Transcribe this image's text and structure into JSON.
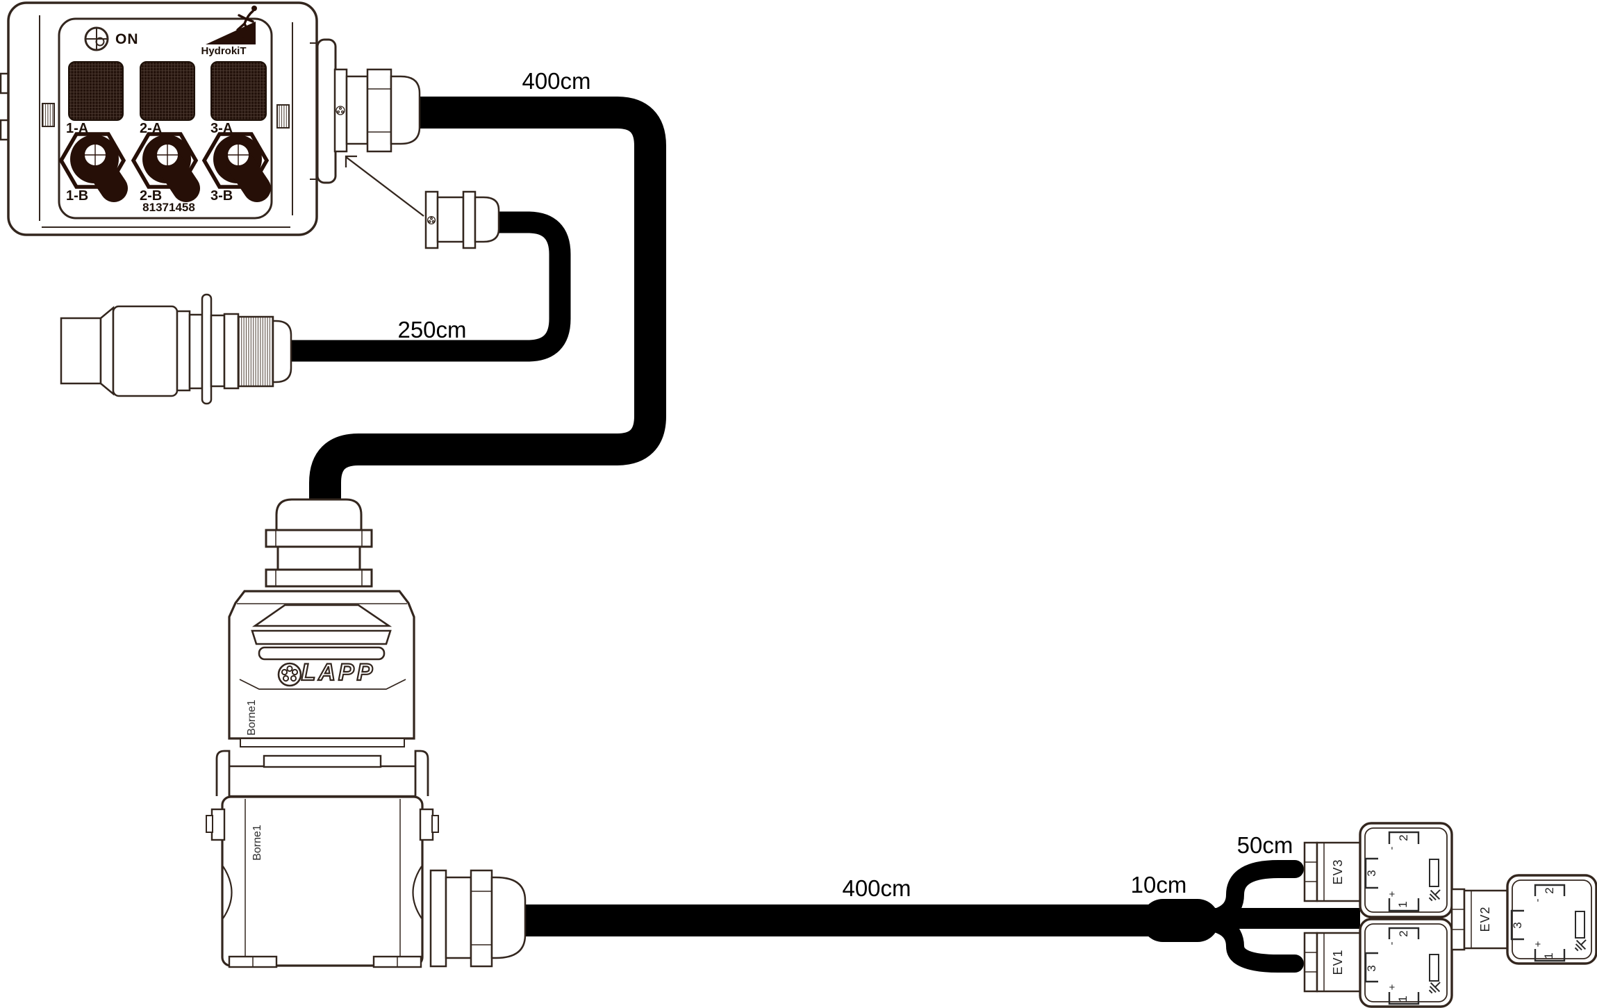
{
  "control_box": {
    "on_label": "ON",
    "brand": "HydrokiT",
    "part_number": "81371458",
    "switches": [
      {
        "top": "1-A",
        "bottom": "1-B"
      },
      {
        "top": "2-A",
        "bottom": "2-B"
      },
      {
        "top": "3-A",
        "bottom": "3-B"
      }
    ]
  },
  "cable_labels": {
    "top": "400cm",
    "middle": "250cm",
    "bottom": "400cm",
    "trunk": "10cm",
    "branch": "50cm"
  },
  "lapp": {
    "brand": "LAPP",
    "terminal": "Borne1"
  },
  "base": {
    "terminal": "Borne1"
  },
  "ev_connectors": [
    {
      "label": "EV3",
      "pin1": "1",
      "pin2": "2",
      "pin3": "3",
      "plus": "+",
      "minus": "-"
    },
    {
      "label": "EV1",
      "pin1": "1",
      "pin2": "2",
      "pin3": "3",
      "plus": "+",
      "minus": "-"
    },
    {
      "label": "EV2",
      "pin1": "1",
      "pin2": "2",
      "pin3": "3",
      "plus": "+",
      "minus": "-"
    }
  ],
  "colors": {
    "line": "#33261e",
    "dark_fill": "#260f07",
    "cable": "#000000"
  }
}
